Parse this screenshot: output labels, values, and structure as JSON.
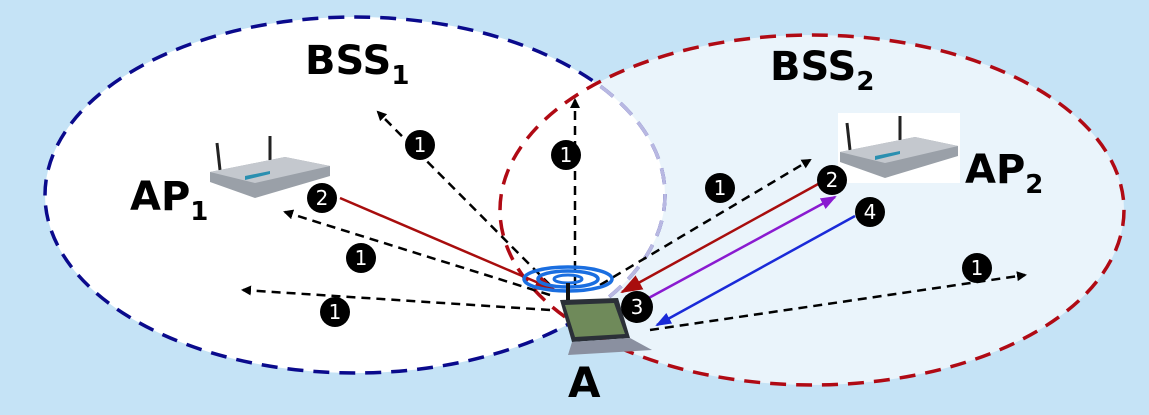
{
  "labels": {
    "bss1": {
      "main": "BSS",
      "sub": "1"
    },
    "bss2": {
      "main": "BSS",
      "sub": "2"
    },
    "ap1": {
      "main": "AP",
      "sub": "1"
    },
    "ap2": {
      "main": "AP",
      "sub": "2"
    },
    "station": "A"
  },
  "steps": {
    "probe": "1",
    "response": "2",
    "auth_request": "3",
    "auth_response": "4"
  },
  "colors": {
    "background": "#c5e3f6",
    "bss1_border": "#0a0a8c",
    "bss2_border": "#b00a14",
    "response_arrow": "#a80d0d",
    "request_arrow": "#8a1ad0",
    "reply_arrow": "#1a2ad8"
  }
}
